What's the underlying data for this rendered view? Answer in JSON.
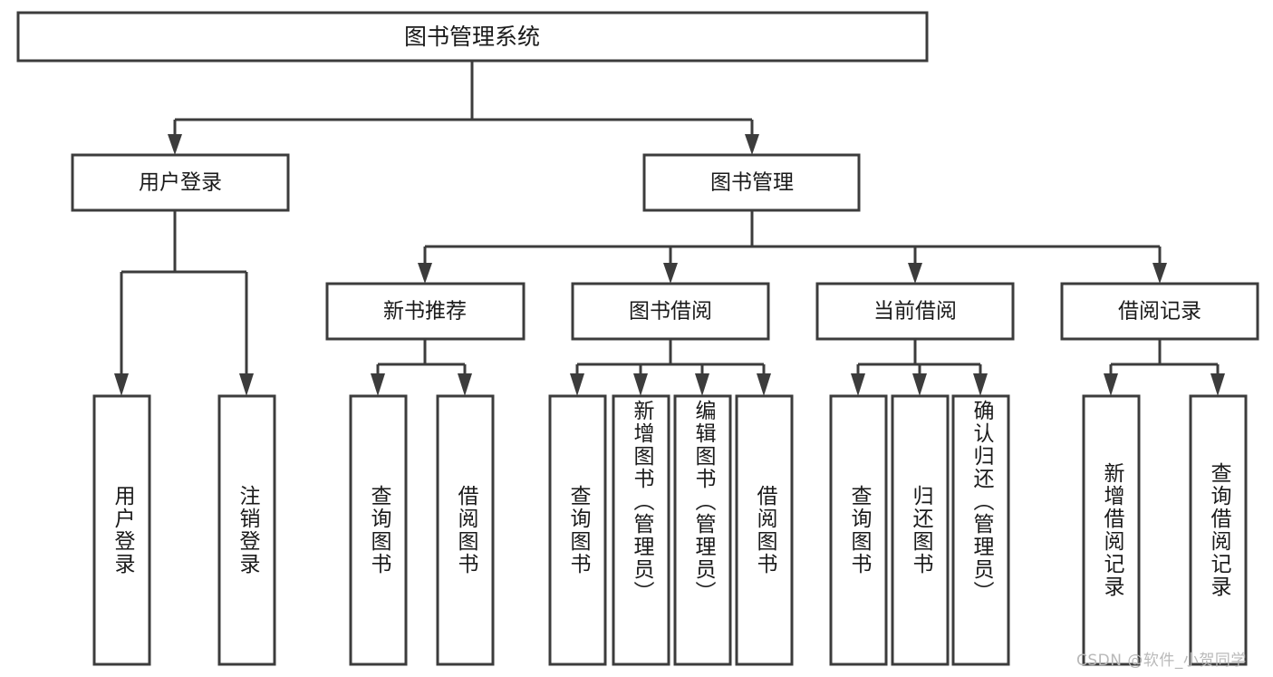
{
  "diagram": {
    "title": "图书管理系统",
    "type": "tree",
    "watermark": "CSDN @软件_小贺同学",
    "colors": {
      "box_stroke": "#3c3c3c",
      "box_fill": "#ffffff",
      "text": "#1a1a1a",
      "watermark": "#b9b9b9",
      "background": "#ffffff"
    },
    "levels": {
      "root": {
        "label": "图书管理系统"
      },
      "level2": [
        {
          "label": "用户登录"
        },
        {
          "label": "图书管理"
        }
      ],
      "level3": [
        {
          "label": "新书推荐"
        },
        {
          "label": "图书借阅"
        },
        {
          "label": "当前借阅"
        },
        {
          "label": "借阅记录"
        }
      ],
      "leaves": [
        {
          "label": "用户登录",
          "parent": "用户登录"
        },
        {
          "label": "注销登录",
          "parent": "用户登录"
        },
        {
          "label": "查询图书",
          "parent": "新书推荐"
        },
        {
          "label": "借阅图书",
          "parent": "新书推荐"
        },
        {
          "label": "查询图书",
          "parent": "图书借阅"
        },
        {
          "label": "新增图书（管理员）",
          "parent": "图书借阅"
        },
        {
          "label": "编辑图书（管理员）",
          "parent": "图书借阅"
        },
        {
          "label": "借阅图书",
          "parent": "图书借阅"
        },
        {
          "label": "查询图书",
          "parent": "当前借阅"
        },
        {
          "label": "归还图书",
          "parent": "当前借阅"
        },
        {
          "label": "确认归还（管理员）",
          "parent": "当前借阅"
        },
        {
          "label": "新增借阅记录",
          "parent": "借阅记录"
        },
        {
          "label": "查询借阅记录",
          "parent": "借阅记录"
        }
      ]
    }
  }
}
